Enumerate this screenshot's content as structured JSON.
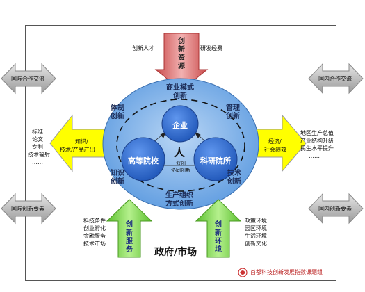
{
  "top_labels": {
    "talent": "创新人才",
    "funding": "研发经费"
  },
  "innovation_resources": "创新资源",
  "left_side": {
    "intl_exchange": "国际合作交流",
    "intl_elements": "国际创新要素",
    "output_list": [
      "标准",
      "论文",
      "专利",
      "技术辐射",
      "……"
    ],
    "output_arrow": [
      "知识/",
      "技术/产品产出"
    ]
  },
  "right_side": {
    "domestic_exchange": "国内合作交流",
    "domestic_elements": "国内创新要素",
    "benefit_list": [
      "地区生产总值",
      "产业结构升级",
      "民生水平提升",
      "……"
    ],
    "benefit_arrow": [
      "经济/",
      "社会绩效"
    ]
  },
  "ellipse": {
    "business_model": [
      "商业模式",
      "创新"
    ],
    "institution": [
      "体制",
      "创新"
    ],
    "management": [
      "管理",
      "创新"
    ],
    "knowledge": [
      "知识",
      "创新"
    ],
    "technology": [
      "技术",
      "创新"
    ],
    "production": [
      "生产组织",
      "方式创新"
    ],
    "enterprise": "企业",
    "university": "高等院校",
    "research": "科研院所",
    "people": "人",
    "dual_innovation": [
      "双创",
      "协同创新"
    ]
  },
  "bottom": {
    "innovation_service": [
      "创",
      "新",
      "服",
      "务"
    ],
    "innovation_environment": [
      "创",
      "新",
      "环",
      "境"
    ],
    "gov_market": "政府/市场",
    "service_list": [
      "科技条件",
      "创业孵化",
      "金融服务",
      "技术市场"
    ],
    "environment_list": [
      "政策环境",
      "园区环境",
      "生活环境",
      "创新文化"
    ],
    "credit": "首都科技创新发展指数课题组"
  },
  "colors": {
    "ellipse_fill": "#7fb3e8",
    "circle_fill": "#2f6fd6",
    "yellow": "#ffff00",
    "green": "#7dd64a",
    "red_arrow": "#e87b7b",
    "gray_arrow": "#b9b9b9"
  }
}
